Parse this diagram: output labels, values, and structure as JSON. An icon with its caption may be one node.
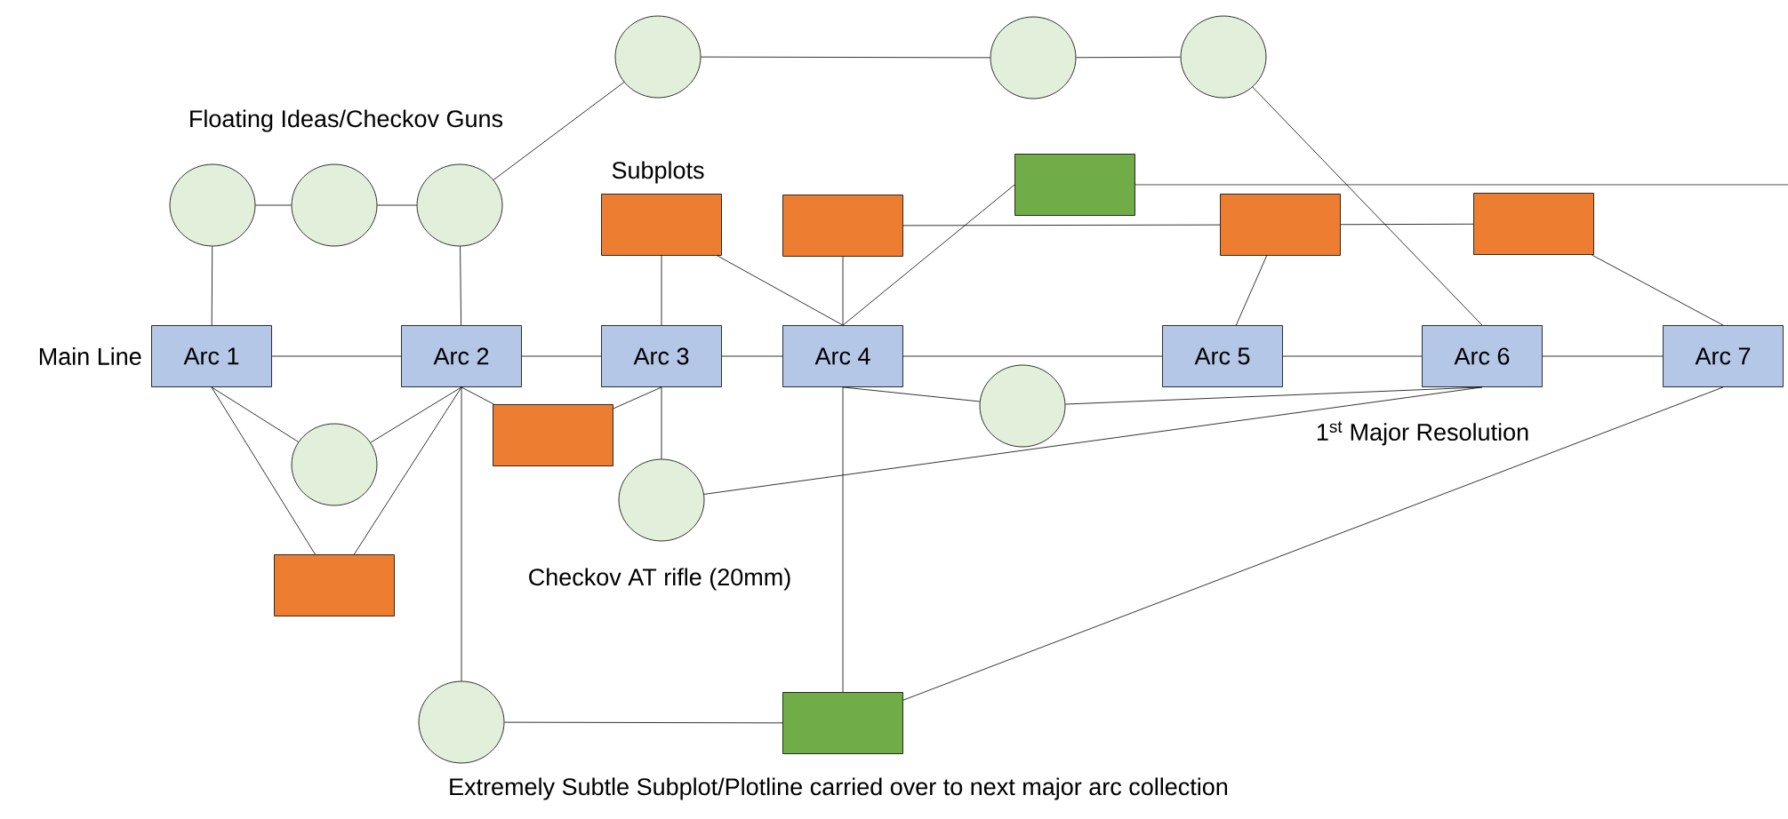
{
  "diagram": {
    "nodes": [
      {
        "text": [],
        "shape": "circle"
      },
      {
        "text": [],
        "shape": "circle"
      },
      {
        "text": [],
        "shape": "circle"
      },
      {
        "text": [],
        "shape": "circle"
      },
      {
        "text": [],
        "shape": "circle"
      },
      {
        "text": [],
        "shape": "circle"
      },
      {
        "text": [],
        "shape": "box"
      },
      {
        "text": [],
        "shape": "box"
      },
      {
        "text": [],
        "shape": "box"
      },
      {
        "text": [],
        "shape": "box"
      },
      {
        "text": [],
        "shape": "box"
      },
      {
        "text": [
          "Arc 1"
        ],
        "beside": [
          "Main Line"
        ]
      },
      {
        "text": [
          "Arc 2"
        ]
      },
      {
        "text": [
          "Arc 3"
        ]
      },
      {
        "text": [
          "Arc 4"
        ]
      },
      {
        "text": [
          "Arc 5"
        ]
      },
      {
        "text": [
          "Arc 6"
        ],
        "beside": [
          "1$^{st}$ Major Resolution"
        ]
      },
      {
        "text": [
          "Arc 7"
        ]
      },
      {
        "text": [],
        "shape": "box"
      },
      {
        "text": [],
        "shape": "circle"
      },
      {
        "text": [],
        "shape": "circle"
      },
      {
        "text": [],
        "shape": "circle"
      },
      {
        "text": [],
        "shape": "box"
      },
      {
        "text": [],
        "shape": "circle"
      },
      {
        "text": [],
        "shape": "box"
      }
    ],
    "edges": [
      {
        "from": 0,
        "to": 1,
        "arrow": "none"
      },
      {
        "from": 1,
        "to": 2,
        "arrow": "none"
      },
      {
        "from": 3,
        "to": 4,
        "arrow": "none"
      },
      {
        "from": 4,
        "to": 5,
        "arrow": "none"
      },
      {
        "from": 5,
        "to": 0,
        "arrow": "none"
      },
      {
        "from": 3,
        "to": 11,
        "arrow": "none"
      },
      {
        "from": 5,
        "to": 12,
        "arrow": "none"
      },
      {
        "from": 6,
        "to": null,
        "arrow": "none"
      },
      {
        "from": 8,
        "to": 9,
        "arrow": "none"
      },
      {
        "from": 9,
        "to": 10,
        "arrow": "none"
      },
      {
        "from": 7,
        "to": 13,
        "arrow": "none"
      },
      {
        "from": 7,
        "to": 14,
        "arrow": "none"
      },
      {
        "from": 8,
        "to": 14,
        "arrow": "none"
      },
      {
        "from": 6,
        "to": 14,
        "arrow": "none"
      },
      {
        "from": 9,
        "to": 15,
        "arrow": "none"
      },
      {
        "from": 10,
        "to": 17,
        "arrow": "none"
      },
      {
        "from": 2,
        "to": 16,
        "arrow": "none"
      },
      {
        "from": 11,
        "to": 12,
        "arrow": "none"
      },
      {
        "from": 12,
        "to": 13,
        "arrow": "none"
      },
      {
        "from": 13,
        "to": 14,
        "arrow": "none"
      },
      {
        "from": 14,
        "to": 15,
        "arrow": "none"
      },
      {
        "from": 15,
        "to": 16,
        "arrow": "none"
      },
      {
        "from": 16,
        "to": 17,
        "arrow": "none"
      },
      {
        "from": 11,
        "to": 19,
        "arrow": "none"
      },
      {
        "from": 11,
        "to": 22,
        "arrow": "none"
      },
      {
        "from": 12,
        "to": 19,
        "arrow": "none"
      },
      {
        "from": 12,
        "to": 22,
        "arrow": "none"
      },
      {
        "from": 12,
        "to": 18,
        "arrow": "none"
      },
      {
        "from": 12,
        "to": 23,
        "arrow": "none"
      },
      {
        "from": 13,
        "to": 18,
        "arrow": "none"
      },
      {
        "from": 13,
        "to": 21,
        "arrow": "none"
      },
      {
        "from": 14,
        "to": 20,
        "arrow": "none"
      },
      {
        "from": 20,
        "to": 16,
        "arrow": "none"
      },
      {
        "from": 21,
        "to": 16,
        "arrow": "none"
      },
      {
        "from": 14,
        "to": 24,
        "arrow": "none"
      },
      {
        "from": 23,
        "to": 24,
        "arrow": "none"
      },
      {
        "from": 24,
        "to": 17,
        "arrow": "none"
      }
    ],
    "labels": [
      "Floating Ideas/Checkov Guns",
      "Subplots",
      "Checkov AT rifle (20mm)",
      "Extremely Subtle Subplot/Plotline carried over to next major arc collection"
    ]
  }
}
